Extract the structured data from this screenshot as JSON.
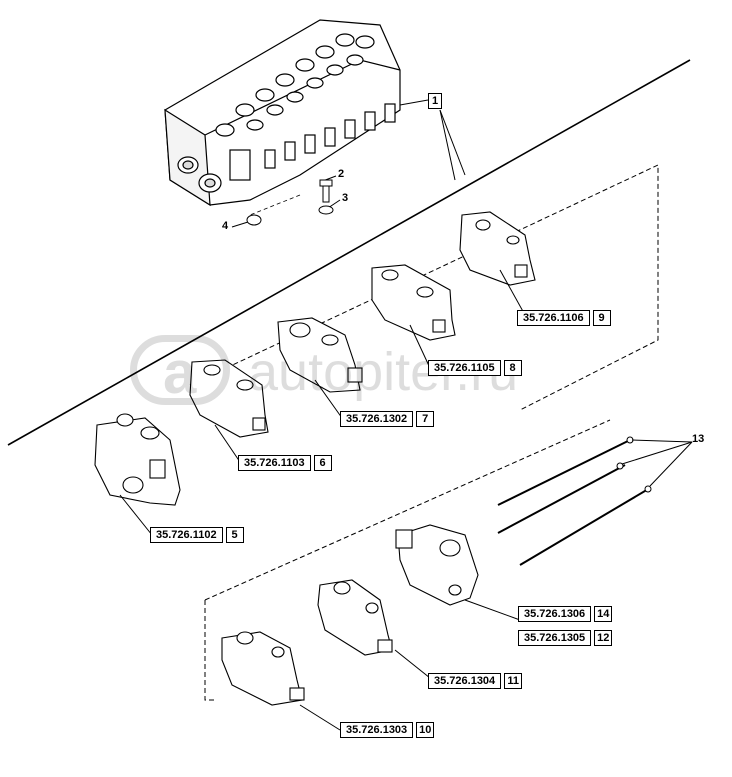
{
  "watermark": {
    "logo_letter": "a",
    "text": "autopiter.ru"
  },
  "callouts": {
    "main_assembly": "1",
    "bolt": "2",
    "washer": "3",
    "nut": "4",
    "rods": "13"
  },
  "parts": [
    {
      "part_no": "35.726.1106",
      "item": "9"
    },
    {
      "part_no": "35.726.1105",
      "item": "8"
    },
    {
      "part_no": "35.726.1302",
      "item": "7"
    },
    {
      "part_no": "35.726.1103",
      "item": "6"
    },
    {
      "part_no": "35.726.1102",
      "item": "5"
    },
    {
      "part_no": "35.726.1306",
      "item": "14"
    },
    {
      "part_no": "35.726.1305",
      "item": "12"
    },
    {
      "part_no": "35.726.1304",
      "item": "11"
    },
    {
      "part_no": "35.726.1303",
      "item": "10"
    }
  ]
}
